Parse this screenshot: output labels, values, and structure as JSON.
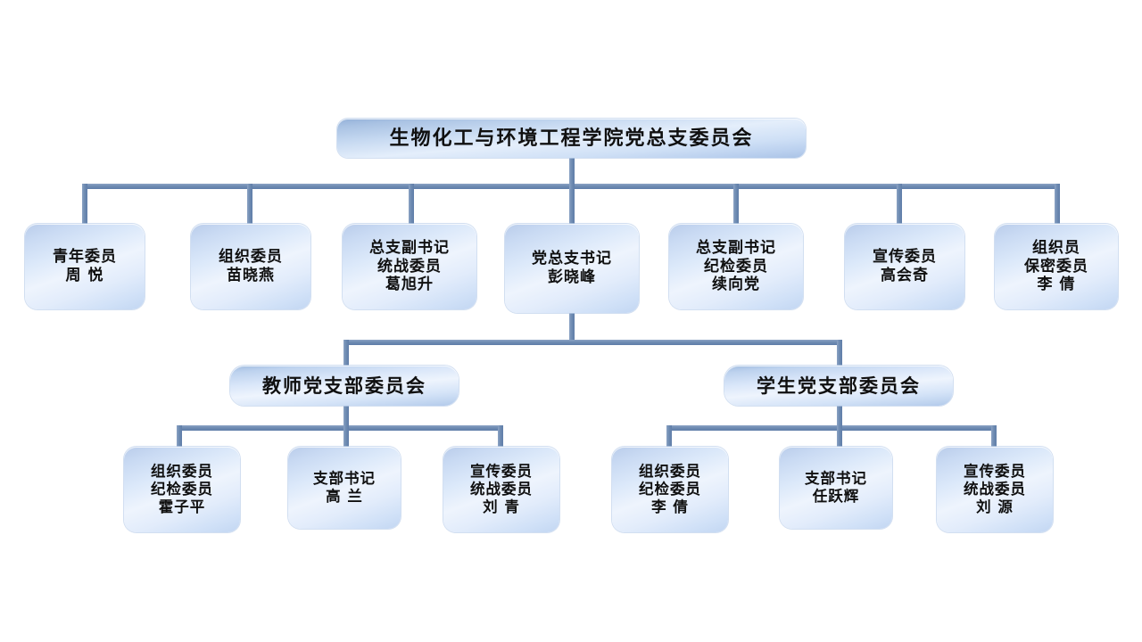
{
  "page": {
    "title": "生物化工与环境工程学院党总支委员会组织结构图",
    "background_color": "#ffffff",
    "box_fill_color": "#d5e4f8",
    "box_edge_color": "#b9cfee",
    "connector_color": "#6f8cb3",
    "text_color": "#101010"
  },
  "chart_data": {
    "type": "diagram",
    "title": "生物化工与环境工程学院党总支委员会",
    "layout": "top-down organizational hierarchy",
    "levels": 4,
    "root": {
      "id": "root",
      "label": "生物化工与环境工程学院党总支委员会"
    },
    "members": [
      {
        "id": "m1",
        "lines": [
          "青年委员",
          "周 悦"
        ],
        "title": "青年委员",
        "name": "周 悦"
      },
      {
        "id": "m2",
        "lines": [
          "组织委员",
          "苗晓燕"
        ],
        "title": "组织委员",
        "name": "苗晓燕"
      },
      {
        "id": "m3",
        "lines": [
          "总支副书记",
          "统战委员",
          "葛旭升"
        ],
        "title": "总支副书记 统战委员",
        "name": "葛旭升"
      },
      {
        "id": "m4",
        "lines": [
          "党总支书记",
          "彭晓峰"
        ],
        "title": "党总支书记",
        "name": "彭晓峰"
      },
      {
        "id": "m5",
        "lines": [
          "总支副书记",
          "纪检委员",
          "续向党"
        ],
        "title": "总支副书记 纪检委员",
        "name": "续向党"
      },
      {
        "id": "m6",
        "lines": [
          "宣传委员",
          "高会奇"
        ],
        "title": "宣传委员",
        "name": "高会奇"
      },
      {
        "id": "m7",
        "lines": [
          "组织员",
          "保密委员",
          "李 倩"
        ],
        "title": "组织员 保密委员",
        "name": "李 倩"
      }
    ],
    "branches": [
      {
        "id": "teacher-branch",
        "label": "教师党支部委员会",
        "members": [
          {
            "id": "t1",
            "lines": [
              "组织委员",
              "纪检委员",
              "霍子平"
            ],
            "title": "组织委员 纪检委员",
            "name": "霍子平"
          },
          {
            "id": "t2",
            "lines": [
              "支部书记",
              "高 兰"
            ],
            "title": "支部书记",
            "name": "高 兰"
          },
          {
            "id": "t3",
            "lines": [
              "宣传委员",
              "统战委员",
              "刘 青"
            ],
            "title": "宣传委员 统战委员",
            "name": "刘 青"
          }
        ]
      },
      {
        "id": "student-branch",
        "label": "学生党支部委员会",
        "members": [
          {
            "id": "s1",
            "lines": [
              "组织委员",
              "纪检委员",
              "李 倩"
            ],
            "title": "组织委员 纪检委员",
            "name": "李 倩"
          },
          {
            "id": "s2",
            "lines": [
              "支部书记",
              "任跃辉"
            ],
            "title": "支部书记",
            "name": "任跃辉"
          },
          {
            "id": "s3",
            "lines": [
              "宣传委员",
              "统战委员",
              "刘 源"
            ],
            "title": "宣传委员 统战委员",
            "name": "刘 源"
          }
        ]
      }
    ]
  }
}
